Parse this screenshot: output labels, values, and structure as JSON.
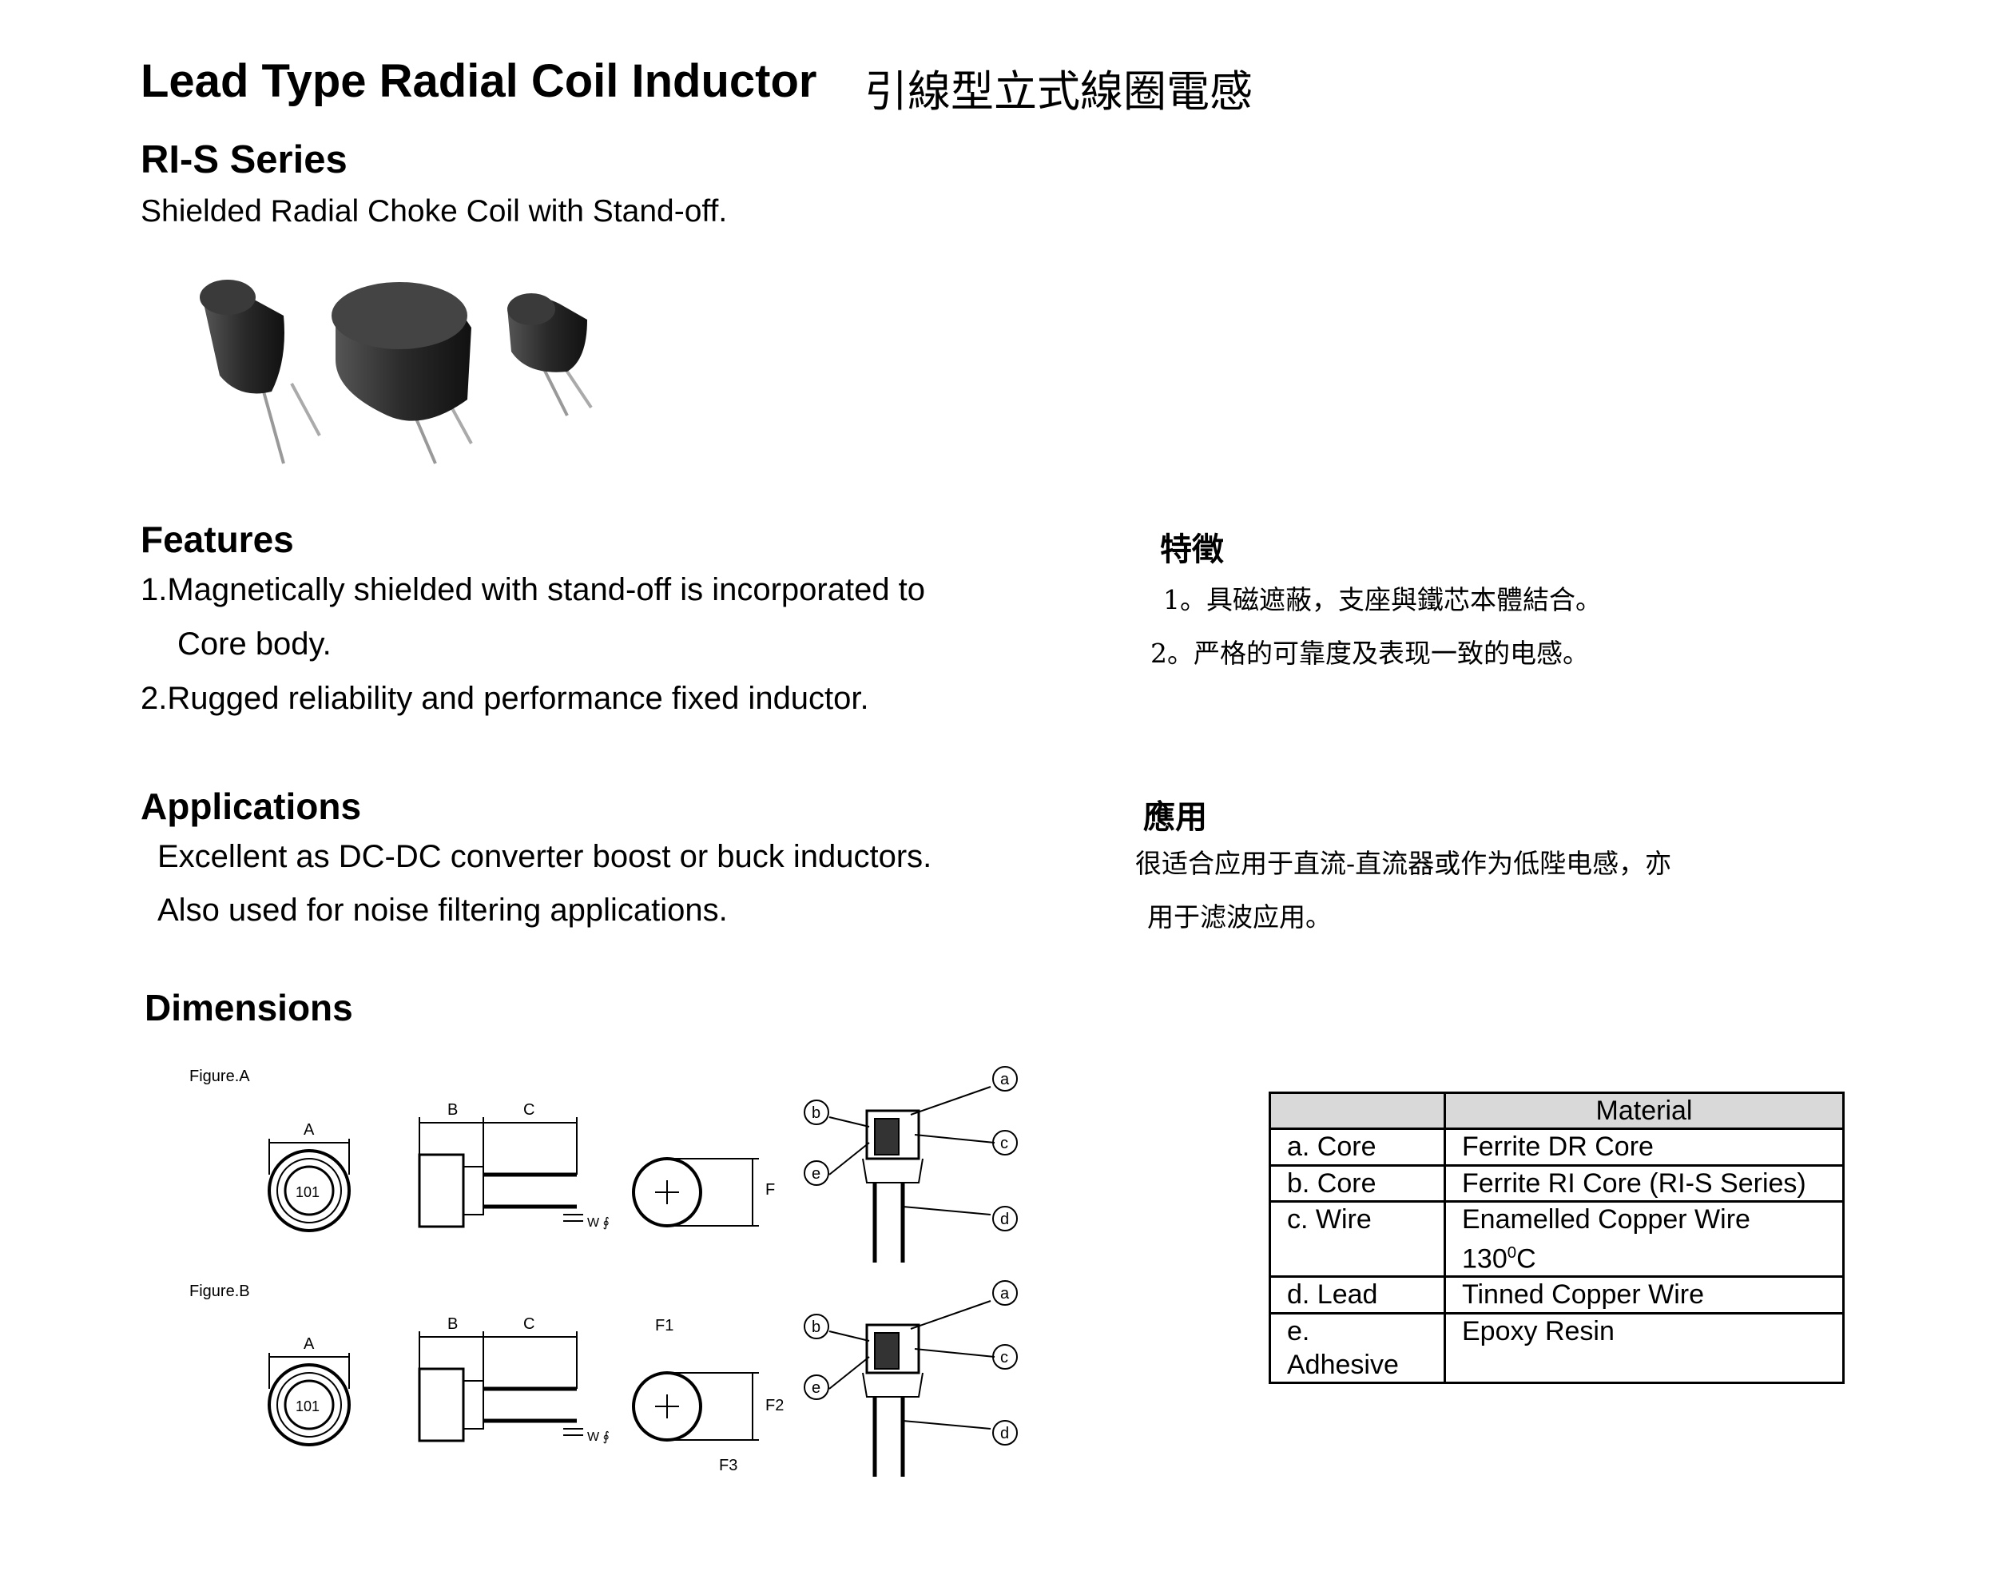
{
  "header": {
    "title": "Lead Type Radial Coil Inductor",
    "title_cn": "引線型立式線圈電感",
    "series": "RI-S Series",
    "subtitle": "Shielded Radial Choke Coil with Stand-off."
  },
  "features": {
    "heading": "Features",
    "items": [
      "1.Magnetically shielded with stand-off is incorporated to",
      "Core body.",
      "2.Rugged reliability and performance fixed inductor."
    ],
    "heading_cn": "特徵",
    "items_cn": [
      "1。具磁遮蔽，支座與鐵芯本體結合。",
      "2。严格的可靠度及表现一致的电感。"
    ]
  },
  "applications": {
    "heading": "Applications",
    "items": [
      "Excellent as DC-DC converter boost or buck inductors.",
      "Also used for noise filtering applications."
    ],
    "heading_cn": "應用",
    "items_cn": [
      "很适合应用于直流-直流器或作为低陛电感，亦",
      "用于滤波应用。"
    ]
  },
  "dimensions": {
    "heading": "Dimensions",
    "figure_a": "Figure.A",
    "figure_b": "Figure.B",
    "labels": {
      "A": "A",
      "B": "B",
      "C": "C",
      "F": "F",
      "W": "W ∮",
      "F1": "F1",
      "F2": "F2",
      "F3": "F3",
      "marking": "101",
      "a": "a",
      "b": "b",
      "c": "c",
      "d": "d",
      "e": "e"
    }
  },
  "material_table": {
    "header": [
      "",
      "Material"
    ],
    "rows": [
      {
        "part": "a. Core",
        "material": "Ferrite DR Core"
      },
      {
        "part": "b. Core",
        "material": "Ferrite RI Core (RI-S Series)"
      },
      {
        "part": "c. Wire",
        "material": "Enamelled  Copper  Wire",
        "material_line2": "130",
        "sup": "0",
        "unit": "C"
      },
      {
        "part": "d. Lead",
        "material": "Tinned Copper Wire"
      },
      {
        "part": "e.",
        "part_line2": "Adhesive",
        "material": "Epoxy Resin"
      }
    ]
  }
}
